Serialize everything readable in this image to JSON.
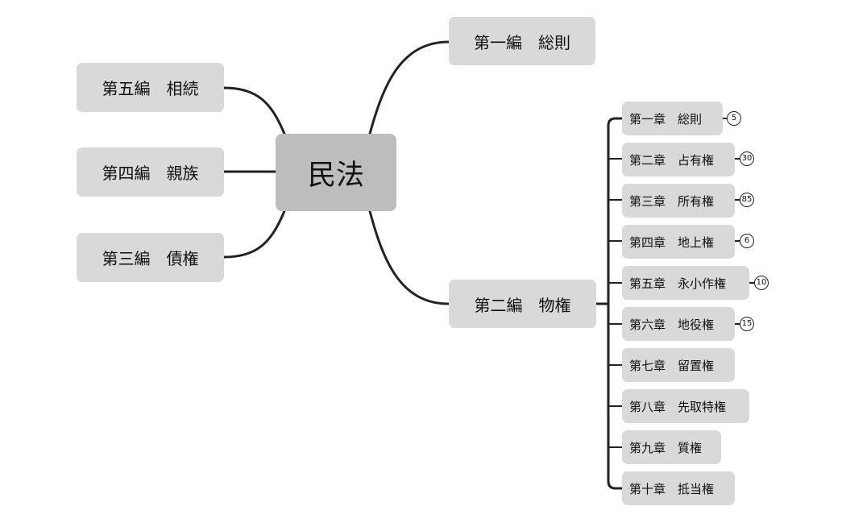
{
  "root": {
    "label": "民法"
  },
  "parts": {
    "p1": "第一編　総則",
    "p2": "第二編　物権",
    "p3": "第三編　債権",
    "p4": "第四編　親族",
    "p5": "第五編　相続"
  },
  "chapters": [
    {
      "label": "第一章　総則",
      "count": "5"
    },
    {
      "label": "第二章　占有権",
      "count": "30"
    },
    {
      "label": "第三章　所有権",
      "count": "85"
    },
    {
      "label": "第四章　地上権",
      "count": "6"
    },
    {
      "label": "第五章　永小作権",
      "count": "10"
    },
    {
      "label": "第六章　地役権",
      "count": "15"
    },
    {
      "label": "第七章　留置権"
    },
    {
      "label": "第八章　先取特権"
    },
    {
      "label": "第九章　質権"
    },
    {
      "label": "第十章　抵当権"
    }
  ]
}
